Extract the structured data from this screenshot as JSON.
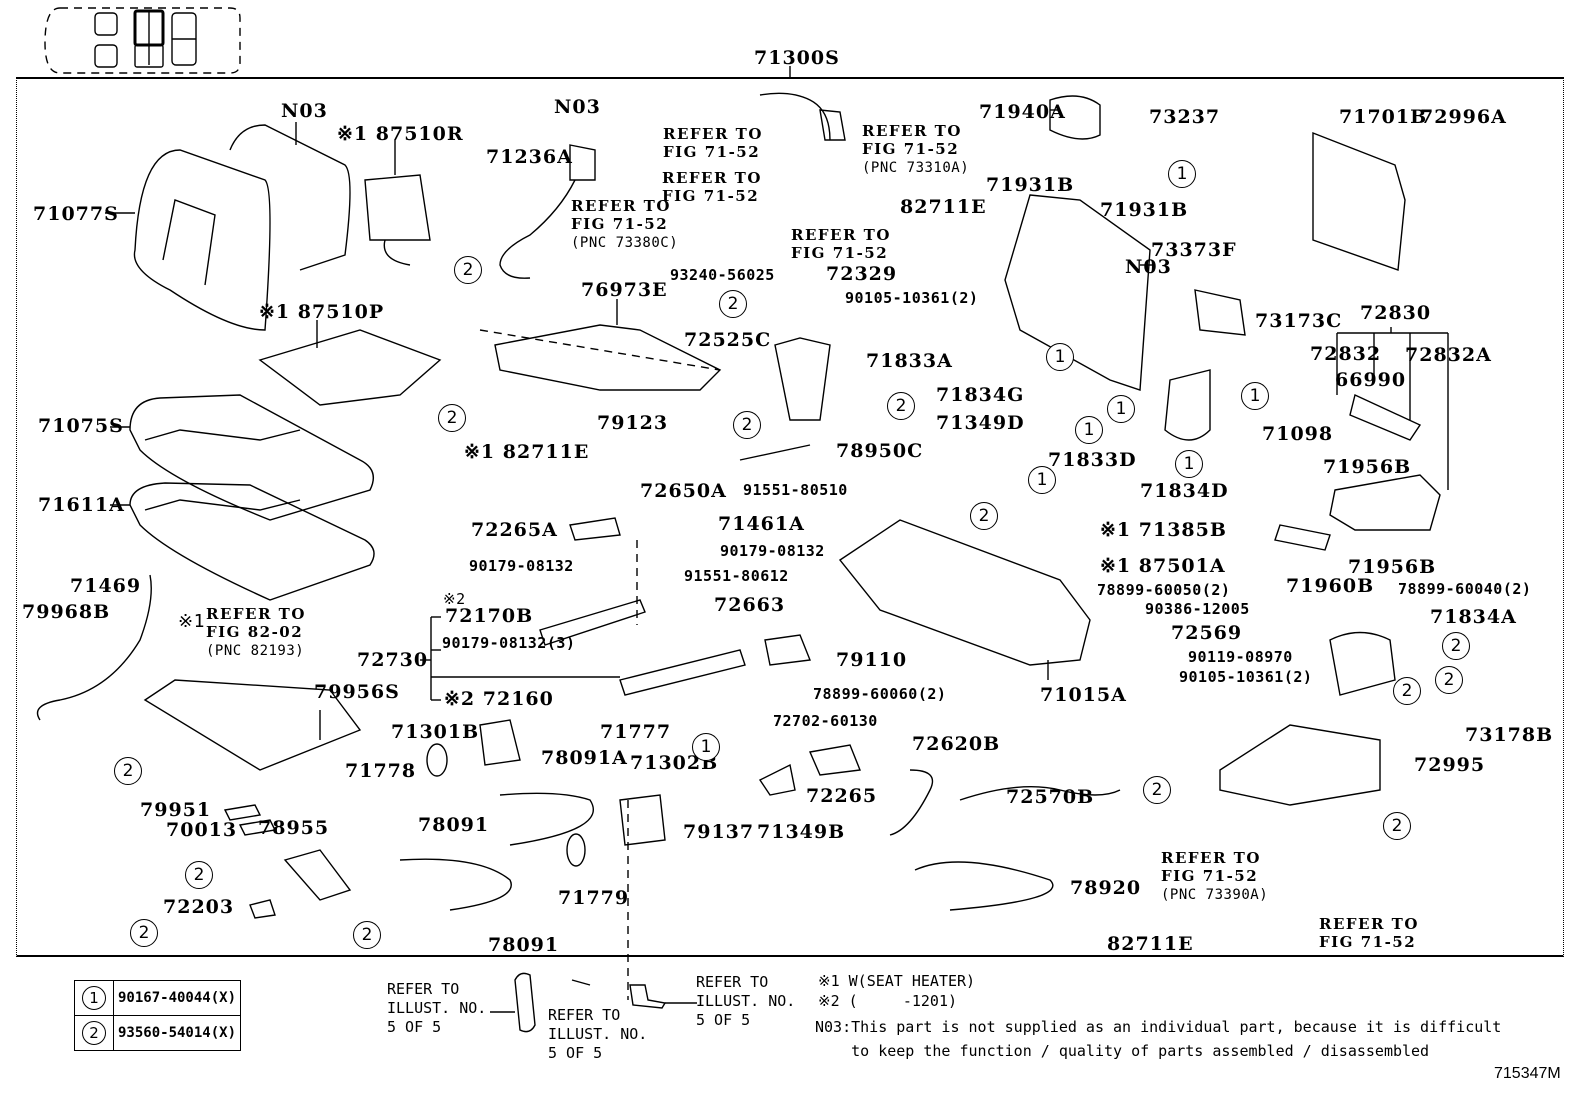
{
  "diagram": {
    "title_part": "71300S",
    "illustration_id": "715347M",
    "parts": [
      {
        "id": "p-71300S",
        "label": "71300S"
      },
      {
        "id": "p-N03-a",
        "label": "N03"
      },
      {
        "id": "p-187510R",
        "label": "※1 87510R"
      },
      {
        "id": "p-71077S",
        "label": "71077S"
      },
      {
        "id": "p-N03-b",
        "label": "N03"
      },
      {
        "id": "p-71236A",
        "label": "71236A"
      },
      {
        "id": "p-71940A",
        "label": "71940A"
      },
      {
        "id": "p-73237",
        "label": "73237"
      },
      {
        "id": "p-71701B",
        "label": "71701B"
      },
      {
        "id": "p-72996A",
        "label": "72996A"
      },
      {
        "id": "p-71931B-a",
        "label": "71931B"
      },
      {
        "id": "p-71931B-b",
        "label": "71931B"
      },
      {
        "id": "p-82711E-a",
        "label": "82711E"
      },
      {
        "id": "p-73373F",
        "label": "73373F"
      },
      {
        "id": "p-N03-c",
        "label": "N03"
      },
      {
        "id": "p-93240-56025",
        "label": "93240-56025"
      },
      {
        "id": "p-72329",
        "label": "72329"
      },
      {
        "id": "p-90105-10361-a",
        "label": "90105-10361(2)"
      },
      {
        "id": "p-76973E",
        "label": "76973E"
      },
      {
        "id": "p-187510P",
        "label": "※1 87510P"
      },
      {
        "id": "p-72525C",
        "label": "72525C"
      },
      {
        "id": "p-71833A",
        "label": "71833A"
      },
      {
        "id": "p-73173C",
        "label": "73173C"
      },
      {
        "id": "p-72830",
        "label": "72830"
      },
      {
        "id": "p-72832",
        "label": "72832"
      },
      {
        "id": "p-72832A",
        "label": "72832A"
      },
      {
        "id": "p-66990",
        "label": "66990"
      },
      {
        "id": "p-71834G",
        "label": "71834G"
      },
      {
        "id": "p-71075S",
        "label": "71075S"
      },
      {
        "id": "p-79123",
        "label": "79123"
      },
      {
        "id": "p-182711E",
        "label": "※1 82711E"
      },
      {
        "id": "p-71349D",
        "label": "71349D"
      },
      {
        "id": "p-71098",
        "label": "71098"
      },
      {
        "id": "p-71833D",
        "label": "71833D"
      },
      {
        "id": "p-78950C",
        "label": "78950C"
      },
      {
        "id": "p-71956B-a",
        "label": "71956B"
      },
      {
        "id": "p-71611A",
        "label": "71611A"
      },
      {
        "id": "p-72650A",
        "label": "72650A"
      },
      {
        "id": "p-91551-80510",
        "label": "91551-80510"
      },
      {
        "id": "p-71834D",
        "label": "71834D"
      },
      {
        "id": "p-72265A",
        "label": "72265A"
      },
      {
        "id": "p-71461A",
        "label": "71461A"
      },
      {
        "id": "p-171385B",
        "label": "※1 71385B"
      },
      {
        "id": "p-90179-08132-a",
        "label": "90179-08132"
      },
      {
        "id": "p-90179-08132-b",
        "label": "90179-08132"
      },
      {
        "id": "p-187501A",
        "label": "※1 87501A"
      },
      {
        "id": "p-71960B",
        "label": "71960B"
      },
      {
        "id": "p-71956B-b",
        "label": "71956B"
      },
      {
        "id": "p-91551-80612",
        "label": "91551-80612"
      },
      {
        "id": "p-78899-60050",
        "label": "78899-60050(2)"
      },
      {
        "id": "p-78899-60040",
        "label": "78899-60040(2)"
      },
      {
        "id": "p-71469",
        "label": "71469"
      },
      {
        "id": "p-72170B",
        "label": "72170B"
      },
      {
        "id": "p-72663",
        "label": "72663"
      },
      {
        "id": "p-90386-12005",
        "label": "90386-12005"
      },
      {
        "id": "p-79968B",
        "label": "79968B"
      },
      {
        "id": "p-71834A",
        "label": "71834A"
      },
      {
        "id": "p-72569",
        "label": "72569"
      },
      {
        "id": "p-90179-08132-3",
        "label": "90179-08132(3)"
      },
      {
        "id": "p-72730",
        "label": "72730"
      },
      {
        "id": "p-90119-08970",
        "label": "90119-08970"
      },
      {
        "id": "p-79110",
        "label": "79110"
      },
      {
        "id": "p-90105-10361-b",
        "label": "90105-10361(2)"
      },
      {
        "id": "p-72160",
        "label": "※2 72160"
      },
      {
        "id": "p-79956S",
        "label": "79956S"
      },
      {
        "id": "p-78899-60060",
        "label": "78899-60060(2)"
      },
      {
        "id": "p-71015A",
        "label": "71015A"
      },
      {
        "id": "p-71301B",
        "label": "71301B"
      },
      {
        "id": "p-71777",
        "label": "71777"
      },
      {
        "id": "p-72702-60130",
        "label": "72702-60130"
      },
      {
        "id": "p-73178B",
        "label": "73178B"
      },
      {
        "id": "p-72620B",
        "label": "72620B"
      },
      {
        "id": "p-71778",
        "label": "71778"
      },
      {
        "id": "p-78091A",
        "label": "78091A"
      },
      {
        "id": "p-71302B",
        "label": "71302B"
      },
      {
        "id": "p-72995",
        "label": "72995"
      },
      {
        "id": "p-72570B",
        "label": "72570B"
      },
      {
        "id": "p-79951",
        "label": "79951"
      },
      {
        "id": "p-72265",
        "label": "72265"
      },
      {
        "id": "p-70013",
        "label": "70013"
      },
      {
        "id": "p-78955",
        "label": "78955"
      },
      {
        "id": "p-78091-a",
        "label": "78091"
      },
      {
        "id": "p-79137",
        "label": "79137"
      },
      {
        "id": "p-71349B",
        "label": "71349B"
      },
      {
        "id": "p-78920",
        "label": "78920"
      },
      {
        "id": "p-71779",
        "label": "71779"
      },
      {
        "id": "p-72203",
        "label": "72203"
      },
      {
        "id": "p-78091-b",
        "label": "78091"
      },
      {
        "id": "p-82711E-b",
        "label": "82711E"
      }
    ],
    "markers": {
      "note_1": "※2",
      "note_1_target": "72170B"
    },
    "references": [
      {
        "id": "ref-a",
        "line1": "REFER TO",
        "line2": "FIG 71-52"
      },
      {
        "id": "ref-b",
        "line1": "REFER TO",
        "line2": "FIG 71-52",
        "pnc": "(PNC 73310A)"
      },
      {
        "id": "ref-c",
        "line1": "REFER TO",
        "line2": "FIG 71-52"
      },
      {
        "id": "ref-d",
        "line1": "REFER TO",
        "line2": "FIG 71-52",
        "pnc": "(PNC 73380C)"
      },
      {
        "id": "ref-e",
        "line1": "REFER TO",
        "line2": "FIG 71-52"
      },
      {
        "id": "ref-f",
        "line1": "REFER TO",
        "line2": "FIG 82-02",
        "pnc": "(PNC 82193)",
        "marker": "※1"
      },
      {
        "id": "ref-g",
        "line1": "REFER TO",
        "line2": "FIG 71-52",
        "pnc": "(PNC 73390A)"
      },
      {
        "id": "ref-h",
        "line1": "REFER TO",
        "line2": "FIG 71-52"
      }
    ],
    "callouts": [
      "1",
      "2"
    ]
  },
  "legend": {
    "rows": [
      {
        "symbol": "1",
        "part": "90167-40044(X)"
      },
      {
        "symbol": "2",
        "part": "93560-54014(X)"
      }
    ]
  },
  "illust_refs": [
    {
      "line1": "REFER TO",
      "line2": "ILLUST. NO.",
      "line3": "5 OF 5"
    },
    {
      "line1": "REFER TO",
      "line2": "ILLUST. NO.",
      "line3": "5 OF 5"
    },
    {
      "line1": "REFER TO",
      "line2": "ILLUST. NO.",
      "line3": "5 OF 5"
    }
  ],
  "notes": {
    "n1": "※1 W(SEAT HEATER)",
    "n2": "※2 (     -1201)",
    "n3_line1": "N03:This part is not supplied as an individual part, because it is difficult",
    "n3_line2": "    to keep the function / quality of parts assembled / disassembled"
  }
}
